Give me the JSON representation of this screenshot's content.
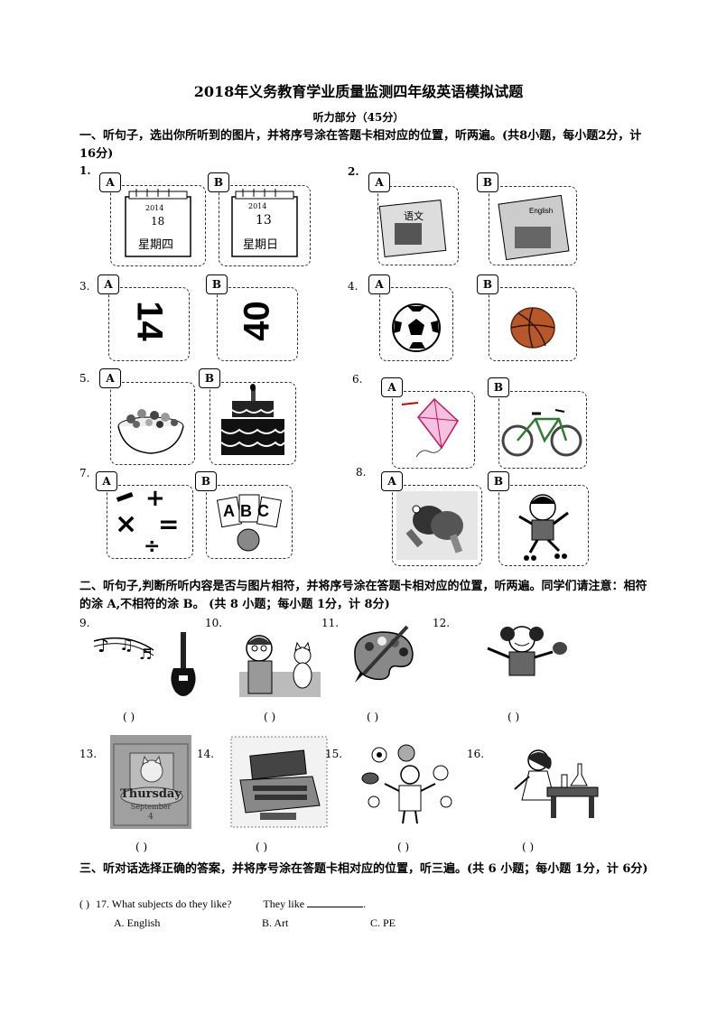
{
  "title": "2018年义务教育学业质量监测四年级英语模拟试题",
  "subtitle": "听力部分（45分）",
  "section1": {
    "instruction": "一、听句子，选出你所听到的图片，并将序号涂在答题卡相对应的位置，听两遍。(共8小题，每小题2分，计16分)",
    "tag_a": "A",
    "tag_b": "B",
    "q1": {
      "num": "1.",
      "a_year": "2014",
      "a_day": "18",
      "a_week": "星期四",
      "b_year": "2014",
      "b_day": "13",
      "b_week": "星期日"
    },
    "q2": {
      "num": "2.",
      "a_book": "语文",
      "b_book": "English"
    },
    "q3": {
      "num": "3.",
      "a_text": "14",
      "b_text": "40"
    },
    "q4": {
      "num": "4."
    },
    "q5": {
      "num": "5."
    },
    "q6": {
      "num": "6."
    },
    "q7": {
      "num": "7.",
      "b_text": "ABC"
    },
    "q8": {
      "num": "8."
    }
  },
  "section2": {
    "instruction": "二、听句子,判断所听内容是否与图片相符，并将序号涂在答题卡相对应的位置，听两遍。同学们请注意：相符的涂 A,不相符的涂 B。 (共 8 小题；每小题 1分，计 8分)",
    "paren": "(       )",
    "items": [
      {
        "num": "9."
      },
      {
        "num": "10."
      },
      {
        "num": "11."
      },
      {
        "num": "12."
      },
      {
        "num": "13.",
        "calendar_day": "Thursday",
        "calendar_month": "September",
        "calendar_date": "4"
      },
      {
        "num": "14."
      },
      {
        "num": "15."
      },
      {
        "num": "16."
      }
    ]
  },
  "section3": {
    "instruction": "三、听对话选择正确的答案，并将序号涂在答题卡相对应的位置，听三遍。(共 6 小题；每小题 1分，计 6分)",
    "q17": {
      "paren": "(     )",
      "question": "17. What subjects do they like?",
      "answer_prefix": "They like",
      "answer_suffix": "."
    },
    "options": [
      "A. English",
      "B. Art",
      "C. PE"
    ]
  }
}
